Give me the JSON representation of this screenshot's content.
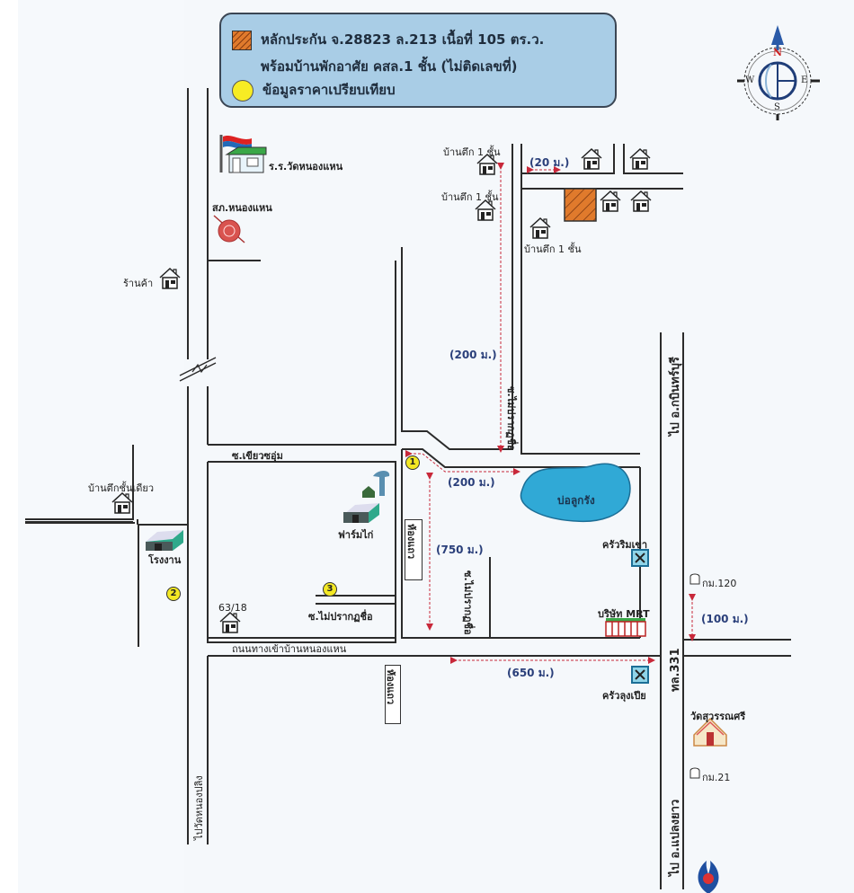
{
  "legend": {
    "property_line1": "หลักประกัน จ.28823 ล.213 เนื้อที่ 105 ตร.ว.",
    "property_line2": "พร้อมบ้านพักอาศัย คสล.1 ชั้น (ไม่ติดเลขที่)",
    "comparison": "ข้อมูลราคาเปรียบเทียบ",
    "property_color": "#e07a2c",
    "comparison_color": "#f7ec24"
  },
  "compass": {
    "n": "N",
    "s": "S",
    "e": "E",
    "w": "W"
  },
  "places": {
    "school": "ร.ร.วัดหนองแหน",
    "police": "สภ.หนองแหน",
    "shop": "ร้านค้า",
    "house_1floor_a": "บ้านตึก 1 ชั้น",
    "house_1floor_b": "บ้านตึก 1 ชั้น",
    "house_1floor_c": "บ้านตึก 1 ชั้น",
    "single_storey": "บ้านตึกชั้นเดียว",
    "factory": "โรงงาน",
    "chicken_farm": "ฟาร์มไก่",
    "house_number": "63/18",
    "pond": "บ่อลูกรัง",
    "restaurant_rimkhao": "ครัวริมเขา",
    "company_mrt": "บริษัท MRT",
    "restaurant_lungpia": "ครัวลุงเปีย",
    "temple": "วัดสุวรรณศรี",
    "km120": "กม.120",
    "km21": "กม.21",
    "rowhouse_a": "ห้องแถว",
    "rowhouse_b": "ห้องแถว"
  },
  "roads": {
    "khiao_som": "ซ.เขียวซอุ่ม",
    "unnamed_soi_h": "ซ.ไม่ปรากฏชื่อ",
    "unnamed_soi_v1": "ซ.ไม่ปรากฏชื่อ",
    "unnamed_soi_v2": "ซ.ไม่ปรากฏชื่อ",
    "main_road": "ถนนทางเข้าบ้านหนองแหน",
    "to_prachinburi": "ไป อ.กบินทร์บุรี",
    "to_plaengyao": "ไป อ.แปลงยาว",
    "to_wat_nongplising": "ไปวัดหนองปลิง",
    "highway": "ทล.331"
  },
  "distances": {
    "d20": "(20 ม.)",
    "d200_v": "(200 ม.)",
    "d200_h": "(200 ม.)",
    "d750": "(750 ม.)",
    "d650": "(650 ม.)",
    "d100": "(100 ม.)"
  },
  "markers": [
    "1",
    "2",
    "3"
  ]
}
